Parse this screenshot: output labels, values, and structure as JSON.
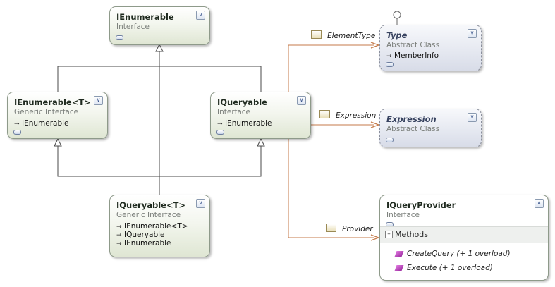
{
  "shapes": {
    "ienumerable": {
      "name": "IEnumerable",
      "kind": "Interface"
    },
    "ienumerable_t": {
      "name": "IEnumerable<T>",
      "kind": "Generic Interface",
      "implements": [
        "IEnumerable"
      ]
    },
    "iqueryable": {
      "name": "IQueryable",
      "kind": "Interface",
      "implements": [
        "IEnumerable"
      ]
    },
    "iqueryable_t": {
      "name": "IQueryable<T>",
      "kind": "Generic Interface",
      "implements": [
        "IEnumerable<T>",
        "IQueryable",
        "IEnumerable"
      ]
    },
    "type": {
      "name": "Type",
      "kind": "Abstract Class",
      "implements": [
        "MemberInfo"
      ]
    },
    "expression": {
      "name": "Expression",
      "kind": "Abstract Class"
    },
    "iqueryprovider": {
      "name": "IQueryProvider",
      "kind": "Interface",
      "compartment": "Methods",
      "methods": [
        "CreateQuery (+ 1 overload)",
        "Execute (+ 1 overload)"
      ]
    }
  },
  "associations": {
    "element_type": "ElementType",
    "expression": "Expression",
    "provider": "Provider"
  },
  "icons": {
    "expand": "double-chevron-down-icon",
    "collapse": "double-chevron-up-icon",
    "implements": "implements-arrow-icon",
    "property": "property-icon",
    "method": "method-icon",
    "lollipop": "interface-lollipop-icon"
  },
  "colors": {
    "inheritance_line": "#4a4a4a",
    "association_line": "#c47a4a",
    "interface_fill": "#eef2e6",
    "abstract_fill": "#e4e7ef"
  }
}
